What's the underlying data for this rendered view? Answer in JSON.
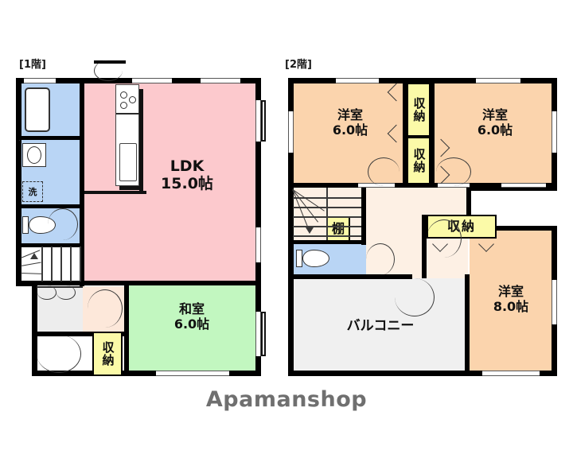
{
  "page": {
    "watermark": "Apamanshop",
    "background_color": "#ffffff"
  },
  "colors": {
    "wall": "#000000",
    "ldk_pink": "#fcc9cd",
    "washitsu_green": "#c2f7c0",
    "yoshitsu_orange": "#fbd4ad",
    "hallway_cream": "#fdf0e4",
    "water_blue": "#b9d5f5",
    "closet_yellow": "#fbfaa8",
    "balcony_gray": "#f0f0f0",
    "entrance_gray": "#ededed",
    "text": "#111111",
    "watermark_gray": "#6f6f6f"
  },
  "floor1": {
    "label": "[1階]",
    "rooms": [
      {
        "name": "LDK",
        "area": "15.0帖",
        "color": "#fcc9cd"
      },
      {
        "name": "和室",
        "area": "6.0帖",
        "color": "#c2f7c0"
      }
    ],
    "closets": [
      {
        "label": "収納",
        "orientation": "vertical"
      }
    ],
    "fixtures": [
      {
        "name": "bathtub"
      },
      {
        "name": "washbasin"
      },
      {
        "name": "washing-machine",
        "label": "洗"
      },
      {
        "name": "toilet"
      },
      {
        "name": "kitchen-stove"
      },
      {
        "name": "kitchen-sink"
      },
      {
        "name": "stairs"
      },
      {
        "name": "entrance"
      }
    ]
  },
  "floor2": {
    "label": "[2階]",
    "rooms": [
      {
        "name": "洋室",
        "area": "6.0帖",
        "color": "#fbd4ad"
      },
      {
        "name": "洋室",
        "area": "6.0帖",
        "color": "#fbd4ad"
      },
      {
        "name": "洋室",
        "area": "8.0帖",
        "color": "#fbd4ad"
      },
      {
        "name": "バルコニー",
        "area": "",
        "color": "#f0f0f0"
      }
    ],
    "closets": [
      {
        "label": "収納",
        "orientation": "vertical"
      },
      {
        "label": "収納",
        "orientation": "vertical"
      },
      {
        "label": "収納",
        "orientation": "horizontal"
      }
    ],
    "shelf": {
      "label": "棚"
    },
    "fixtures": [
      {
        "name": "toilet"
      },
      {
        "name": "stairs"
      }
    ]
  },
  "labels": {
    "ldk_name": "LDK",
    "ldk_area": "15.0帖",
    "washitsu_name": "和室",
    "washitsu_area": "6.0帖",
    "yoshitsu_name": "洋室",
    "yoshitsu6_area": "6.0帖",
    "yoshitsu8_area": "8.0帖",
    "balcony": "バルコニー",
    "closet": "収納",
    "shelf": "棚",
    "washer": "洗"
  }
}
